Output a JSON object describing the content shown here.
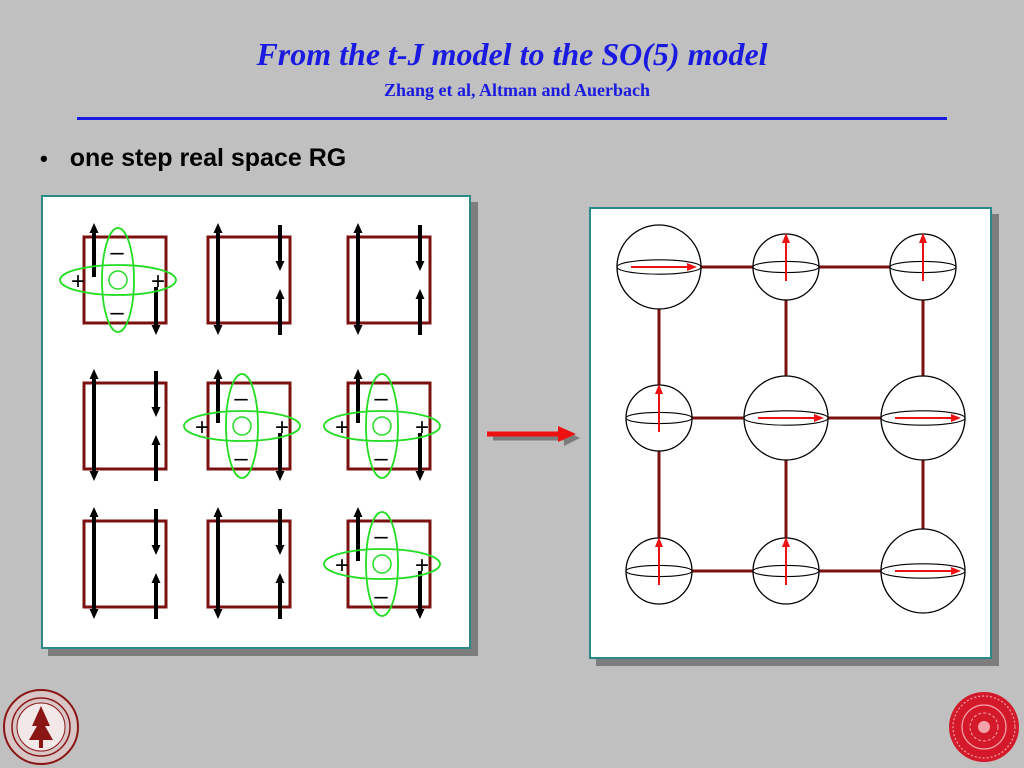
{
  "slide": {
    "title": "From the t-J model to the SO(5) model",
    "subtitle": "Zhang et al, Altman and Auerbach",
    "bullet": "one step real space RG"
  },
  "colors": {
    "title": "#1a1ae0",
    "plaquette_border": "#7a1010",
    "dwave_orbital": "#22dd22",
    "spin_arrow": "#000000",
    "so5_arrow": "#ee1111",
    "lattice_bond": "#7a1010",
    "rg_arrow": "#ee1111"
  },
  "left_panel": {
    "grid": [
      [
        "dwave",
        "spin",
        "spin"
      ],
      [
        "spin",
        "dwave",
        "dwave"
      ],
      [
        "spin",
        "spin",
        "dwave"
      ]
    ],
    "dwave_signs": {
      "top": "–",
      "bottom": "–",
      "left": "+",
      "right": "+"
    }
  },
  "right_panel": {
    "sites": [
      [
        {
          "big": true,
          "arrow": "right"
        },
        {
          "big": false,
          "arrow": "up"
        },
        {
          "big": false,
          "arrow": "up"
        }
      ],
      [
        {
          "big": false,
          "arrow": "up"
        },
        {
          "big": true,
          "arrow": "right"
        },
        {
          "big": true,
          "arrow": "right"
        }
      ],
      [
        {
          "big": false,
          "arrow": "up"
        },
        {
          "big": false,
          "arrow": "up"
        },
        {
          "big": true,
          "arrow": "right"
        }
      ]
    ]
  },
  "logos": {
    "left": "stanford-seal",
    "right": "red-seal"
  }
}
